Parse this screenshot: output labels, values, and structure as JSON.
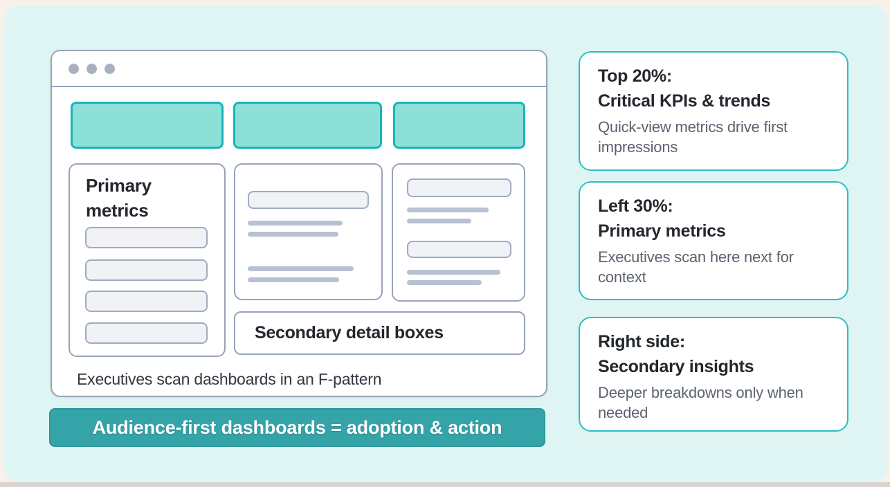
{
  "window": {
    "left_column_title": "Primary metrics",
    "secondary_label": "Secondary detail boxes",
    "caption": "Executives scan dashboards in an F-pattern"
  },
  "banner": {
    "label": "Audience-first dashboards = adoption & action"
  },
  "callouts": [
    {
      "title_line1": "Top 20%:",
      "title_line2": "Critical KPIs & trends",
      "body": "Quick-view metrics drive first impressions"
    },
    {
      "title_line1": "Left 30%:",
      "title_line2": "Primary metrics",
      "body": "Executives scan here next for context"
    },
    {
      "title_line1": "Right side:",
      "title_line2": "Secondary insights",
      "body": "Deeper breakdowns only when needed"
    }
  ],
  "colors": {
    "accent_teal": "#2abec3",
    "banner_teal": "#34a4a9",
    "bar_fill_teal": "#8de0d8",
    "bar_border_teal": "#17b6bb",
    "panel_bg": "#dff5f4",
    "outline_gray": "#97a3b6",
    "skeleton_fill": "#f0f2f6",
    "skeleton_border": "#9fabc0",
    "line_gray": "#b7c1d1",
    "heading_text": "#23272e",
    "body_text": "#5b6270"
  }
}
